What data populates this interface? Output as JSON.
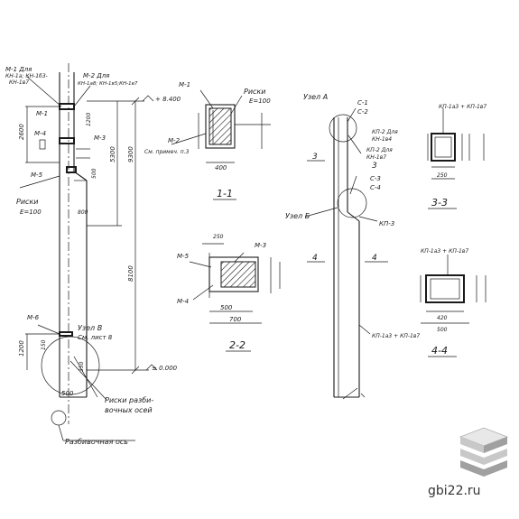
{
  "labels": {
    "km1_dlya": "М-1 Для",
    "km1_line2": "КН-1а; КН-1б3-",
    "km1_line3": "КН-1в7",
    "m2_dlya": "М-2 Для",
    "m2_line2": "КН-1а8; КН-1в5;КН-1в7",
    "elev_top": "+ 8.400",
    "m1_left": "М-1",
    "m4_left": "М-4",
    "m3_left": "М-3",
    "m5_left": "М-5",
    "riski_left": "Риски",
    "riski_left_sub": "Е=100",
    "dim_2600": "2600",
    "dim_1200": "1200",
    "dim_5300": "5300",
    "dim_9300": "9300",
    "dim_8100": "8100",
    "dim_500_top": "500",
    "dim_800_top": "800",
    "m6_left": "М-6",
    "uzel_v": "Узел В",
    "uzel_v_sub": "См. лист 8",
    "dim_1200_low": "1200",
    "dim_150": "150",
    "dim_350": "350",
    "dim_500_bot": "500",
    "elev_bot": "± 0.000",
    "riski_razb": "Риски разби-",
    "riski_razb_2": "вочных осей",
    "razb_os": "Разбивочная ось",
    "sec11_m1": "М-1",
    "sec11_riski": "Риски",
    "sec11_riski_sub": "Е=100",
    "sec11_m2": "М-2",
    "sec11_m2_sub": "См. примеч. п.3",
    "sec11_dim_400": "400",
    "sec11_title": "1-1",
    "sec22_m5": "М-5",
    "sec22_m3": "М-3",
    "sec22_m4": "М-4",
    "sec22_dim_250": "250",
    "sec22_dim_500": "500",
    "sec22_dim_700": "700",
    "sec22_title": "2-2",
    "uzel_a": "Узел А",
    "uzel_b": "Узел Б",
    "c1": "С-1",
    "c2": "С-2",
    "c3": "С-3",
    "c4": "С-4",
    "kp2": "КП-2 Для",
    "kp2_sub": "КН-1в4",
    "kp2b": "КП-2 Для",
    "kp2b_sub": "КН-1в7",
    "kp3": "КП-3",
    "mark3_a": "3",
    "mark3_b": "3",
    "mark4_a": "4",
    "mark4_b": "4",
    "kp_bottom": "КП-1а3 + КП-1в7",
    "sec33_label": "КП-1а3 + КП-1в7",
    "sec33_dim_250": "250",
    "sec33_title": "3-3",
    "sec44_label": "КП-1а3 + КП-1в7",
    "sec44_dim_420": "420",
    "sec44_dim_500": "500",
    "sec44_title": "4-4",
    "site": "gbi22.ru"
  },
  "colors": {
    "ink": "#1a1a1a",
    "logo_light": "#e8e8e8",
    "logo_mid": "#c8c8c8",
    "logo_dark": "#a0a0a0"
  }
}
